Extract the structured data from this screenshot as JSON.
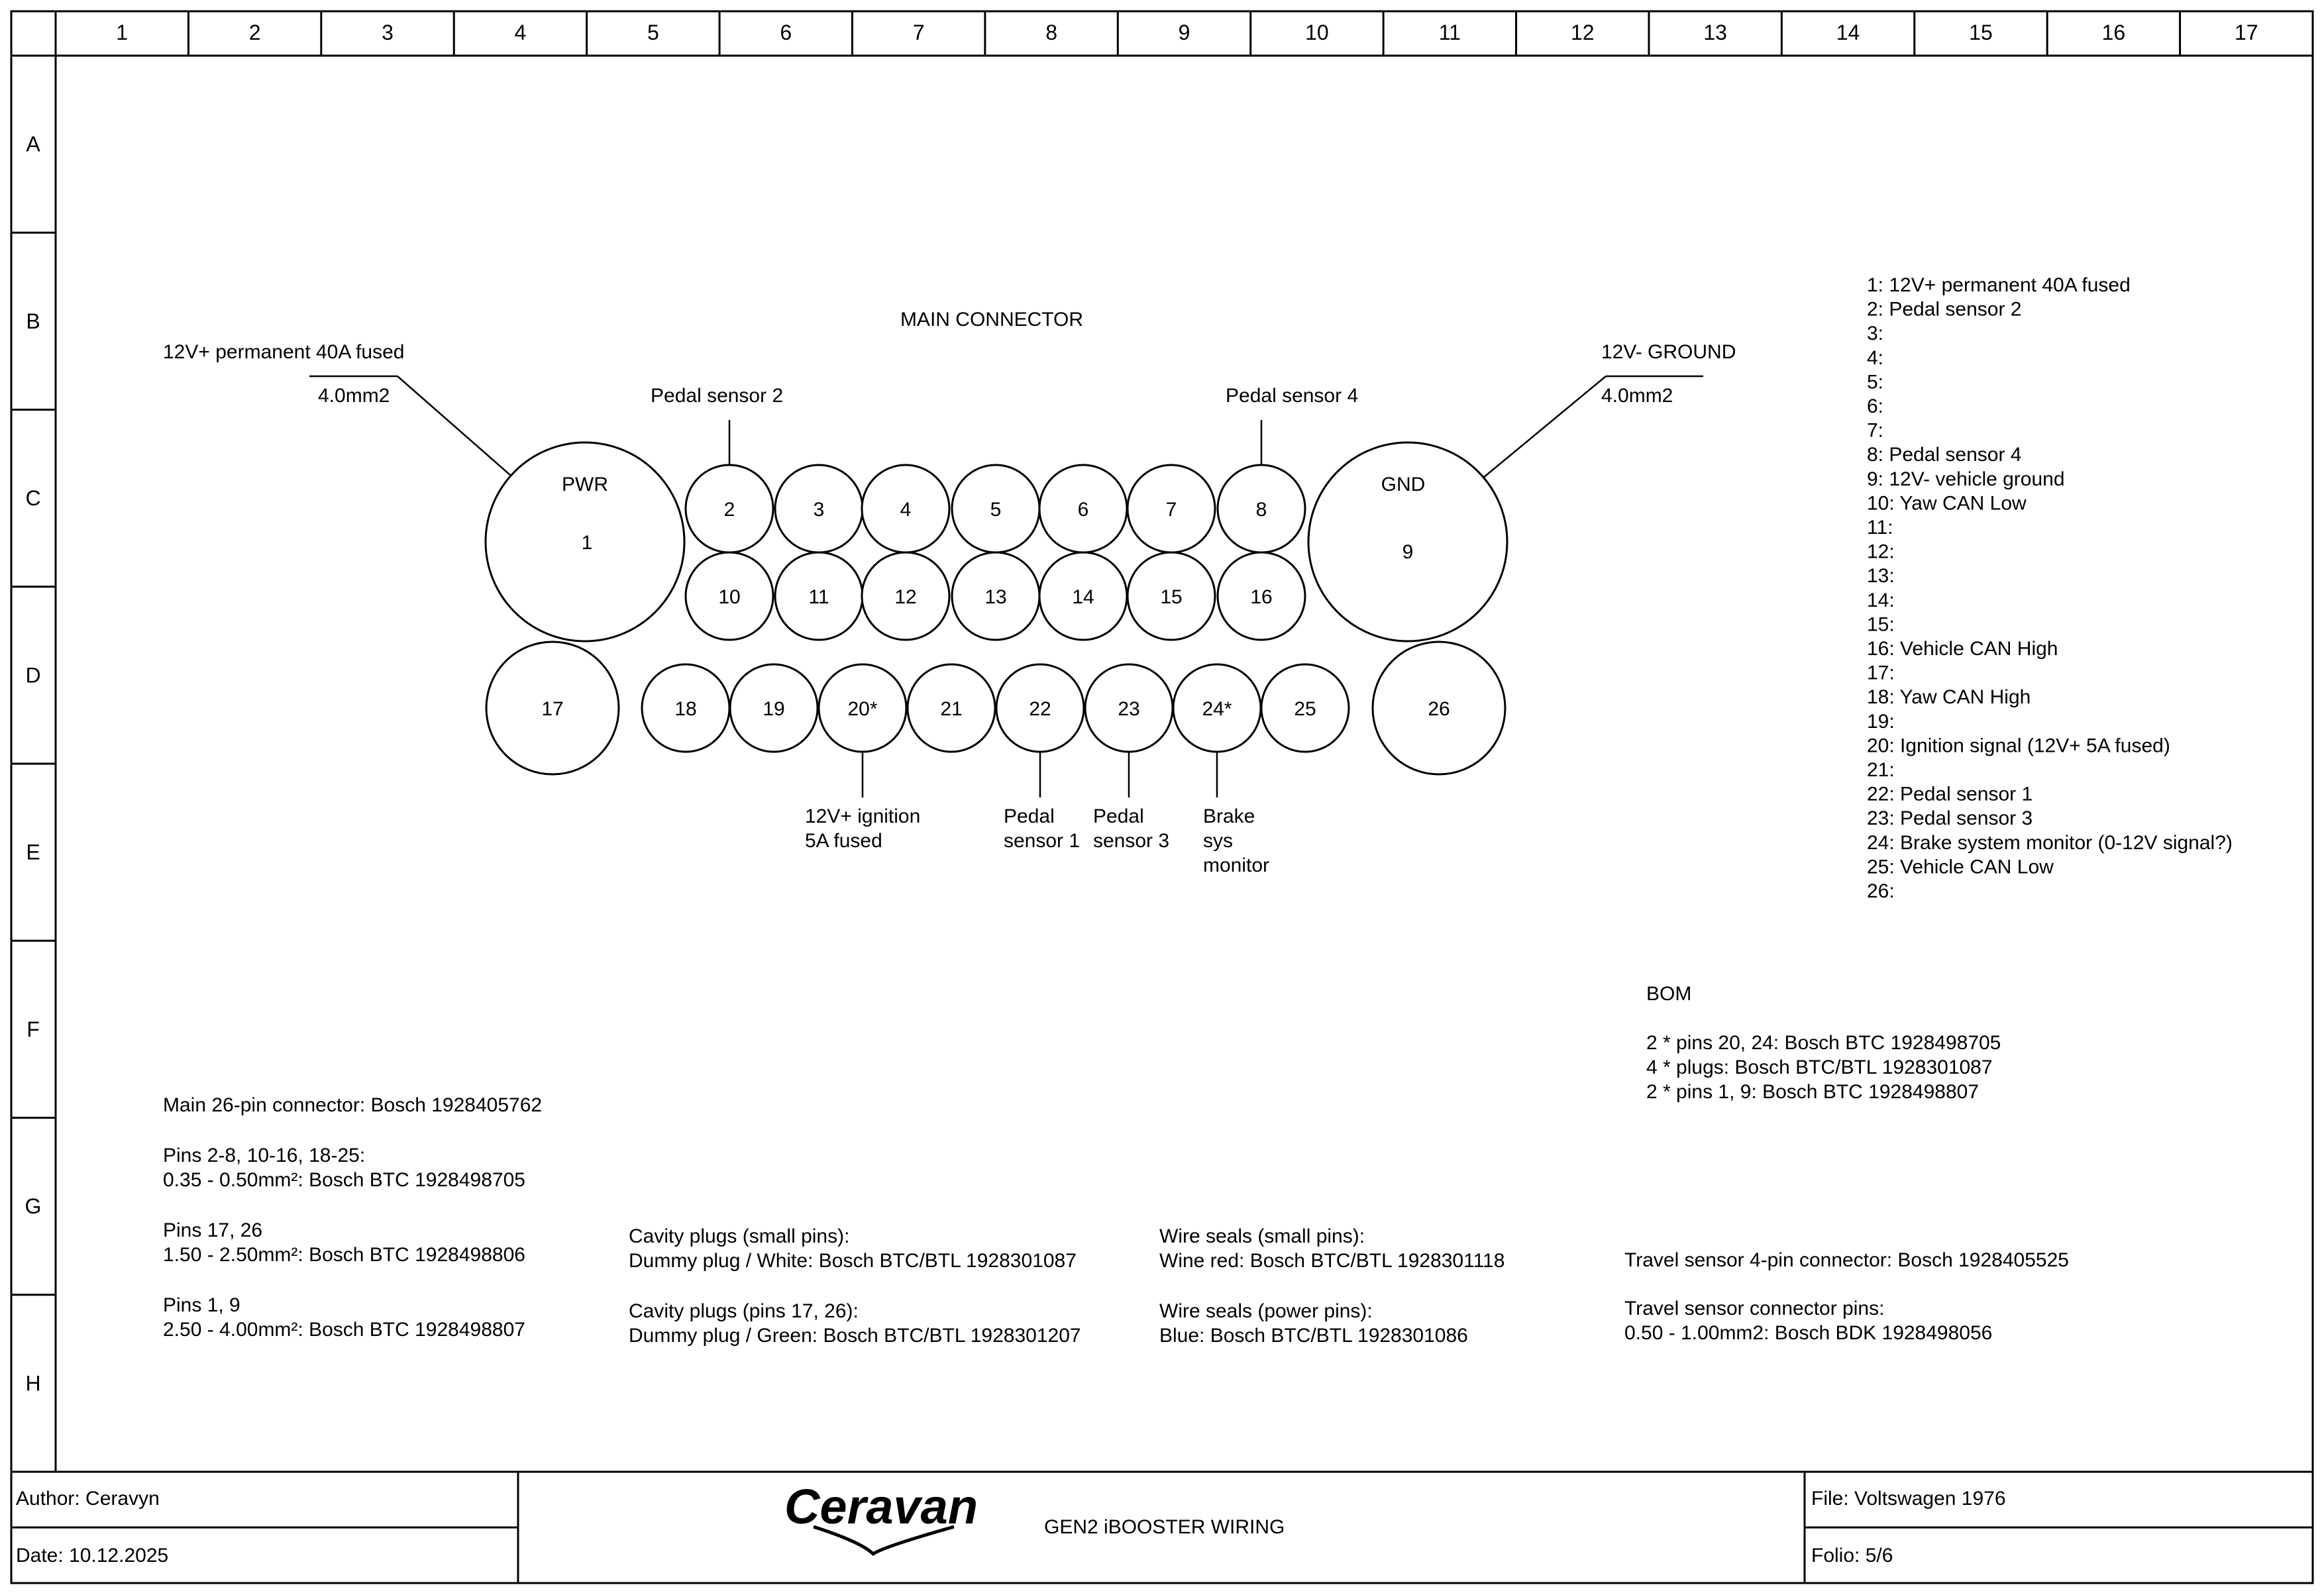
{
  "grid": {
    "columns": [
      "1",
      "2",
      "3",
      "4",
      "5",
      "6",
      "7",
      "8",
      "9",
      "10",
      "11",
      "12",
      "13",
      "14",
      "15",
      "16",
      "17"
    ],
    "rows": [
      "A",
      "B",
      "C",
      "D",
      "E",
      "F",
      "G",
      "H"
    ]
  },
  "connector": {
    "title": "MAIN CONNECTOR",
    "pwr_label": "PWR",
    "gnd_label": "GND",
    "cavities": {
      "c1": "1",
      "c2": "2",
      "c3": "3",
      "c4": "4",
      "c5": "5",
      "c6": "6",
      "c7": "7",
      "c8": "8",
      "c9": "9",
      "c10": "10",
      "c11": "11",
      "c12": "12",
      "c13": "13",
      "c14": "14",
      "c15": "15",
      "c16": "16",
      "c17": "17",
      "c18": "18",
      "c19": "19",
      "c20": "20*",
      "c21": "21",
      "c22": "22",
      "c23": "23",
      "c24": "24*",
      "c25": "25",
      "c26": "26"
    }
  },
  "callouts": {
    "pwr_name": "12V+ permanent 40A fused",
    "pwr_wire": "4.0mm2",
    "gnd_name": "12V- GROUND",
    "gnd_wire": "4.0mm2",
    "pin2": "Pedal sensor 2",
    "pin8": "Pedal sensor 4",
    "pin20_l1": "12V+ ignition",
    "pin20_l2": "5A fused",
    "pin22_l1": "Pedal",
    "pin22_l2": "sensor 1",
    "pin23_l1": "Pedal",
    "pin23_l2": "sensor 3",
    "pin24_l1": "Brake",
    "pin24_l2": "sys",
    "pin24_l3": "monitor"
  },
  "pin_list": [
    "1: 12V+ permanent 40A fused",
    "2: Pedal sensor 2",
    "3:",
    "4:",
    "5:",
    "6:",
    "7:",
    "8: Pedal sensor 4",
    "9: 12V- vehicle ground",
    "10: Yaw CAN Low",
    "11:",
    "12:",
    "13:",
    "14:",
    "15:",
    "16: Vehicle CAN High",
    "17:",
    "18: Yaw CAN High",
    "19:",
    "20: Ignition signal (12V+ 5A fused)",
    "21:",
    "22: Pedal sensor 1",
    "23: Pedal sensor 3",
    "24: Brake system monitor (0-12V signal?)",
    "25: Vehicle CAN Low",
    "26:"
  ],
  "bom": {
    "title": "BOM",
    "items": [
      "2 * pins 20, 24: Bosch BTC 1928498705",
      "4 * plugs: Bosch BTC/BTL 1928301087",
      "2 * pins 1, 9: Bosch BTC 1928498807"
    ]
  },
  "notes": {
    "main_connector": "Main 26-pin connector: Bosch 1928405762",
    "pins_small_l1": "Pins 2-8, 10-16, 18-25:",
    "pins_small_l2": "0.35 - 0.50mm²: Bosch BTC 1928498705",
    "pins_mid_l1": "Pins 17, 26",
    "pins_mid_l2": "1.50 - 2.50mm²: Bosch BTC 1928498806",
    "pins_big_l1": "Pins 1, 9",
    "pins_big_l2": "2.50 - 4.00mm²: Bosch BTC 1928498807",
    "cav_small_l1": "Cavity plugs (small pins):",
    "cav_small_l2": "Dummy plug / White: Bosch BTC/BTL 1928301087",
    "cav_big_l1": "Cavity plugs (pins 17, 26):",
    "cav_big_l2": "Dummy plug / Green: Bosch BTC/BTL 1928301207",
    "seal_small_l1": "Wire seals (small pins):",
    "seal_small_l2": "Wine red: Bosch BTC/BTL 1928301118",
    "seal_power_l1": "Wire seals (power pins):",
    "seal_power_l2": "Blue: Bosch BTC/BTL 1928301086",
    "travel_conn": "Travel sensor 4-pin connector: Bosch 1928405525",
    "travel_pins_l1": "Travel sensor connector pins:",
    "travel_pins_l2": "0.50 - 1.00mm2: Bosch BDK 1928498056"
  },
  "title_block": {
    "author": "Author: Ceravyn",
    "date": "Date: 10.12.2025",
    "logo": "Ceravan",
    "title": "GEN2 iBOOSTER WIRING",
    "file": "File: Voltswagen 1976",
    "folio": "Folio: 5/6"
  }
}
